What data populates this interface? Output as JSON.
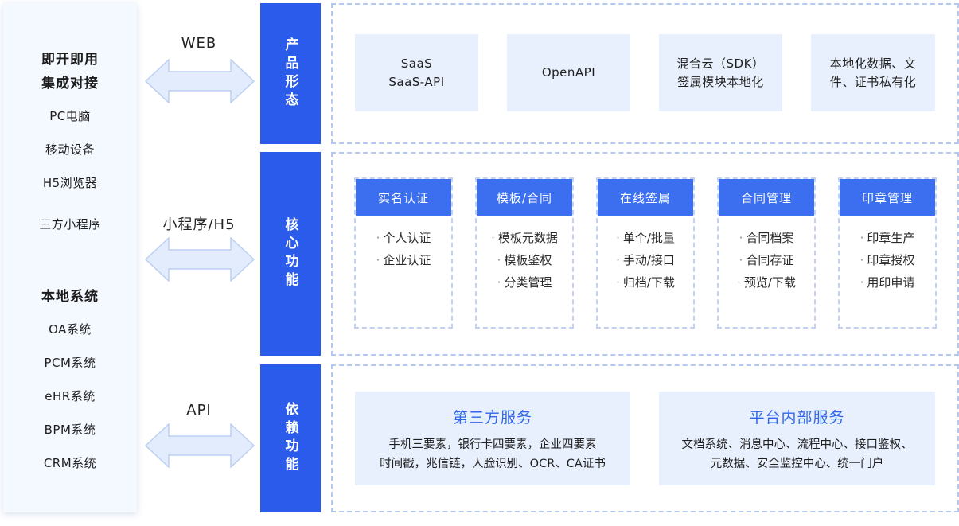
{
  "left_panel": {
    "group1_title_line1": "即开即用",
    "group1_title_line2": "集成对接",
    "group1_items": [
      "PC电脑",
      "移动设备",
      "H5浏览器",
      "三方小程序"
    ],
    "group2_title": "本地系统",
    "group2_items": [
      "OA系统",
      "PCM系统",
      "eHR系统",
      "BPM系统",
      "CRM系统"
    ]
  },
  "connectors": [
    "WEB",
    "小程序/H5",
    "API"
  ],
  "categories": [
    "产品形态",
    "核心功能",
    "依赖功能"
  ],
  "product_forms": [
    "SaaS\nSaaS-API",
    "OpenAPI",
    "混合云（SDK）\n签属模块本地化",
    "本地化数据、文\n件、证书私有化"
  ],
  "core_functions": [
    {
      "title": "实名认证",
      "items": [
        "个人认证",
        "企业认证"
      ]
    },
    {
      "title": "模板/合同",
      "items": [
        "模板元数据",
        "模板鉴权",
        "分类管理"
      ]
    },
    {
      "title": "在线签属",
      "items": [
        "单个/批量",
        "手动/接口",
        "归档/下载"
      ]
    },
    {
      "title": "合同管理",
      "items": [
        "合同档案",
        "合同存证",
        "预览/下载"
      ]
    },
    {
      "title": "印章管理",
      "items": [
        "印章生产",
        "印章授权",
        "用印申请"
      ]
    }
  ],
  "dependencies": [
    {
      "title": "第三方服务",
      "line1": "手机三要素，银行卡四要素，企业四要素",
      "line2": "时间戳，兆信链，人脸识别、OCR、CA证书"
    },
    {
      "title": "平台内部服务",
      "line1": "文档系统、消息中心、流程中心、接口鉴权、",
      "line2": "元数据、安全监控中心、统一门户"
    }
  ],
  "colors": {
    "accent": "#2b5bea",
    "card_bg": "#e8f0fd",
    "dashed_border": "#b5c8ef",
    "arrow_fill": "#e3ecfc"
  }
}
